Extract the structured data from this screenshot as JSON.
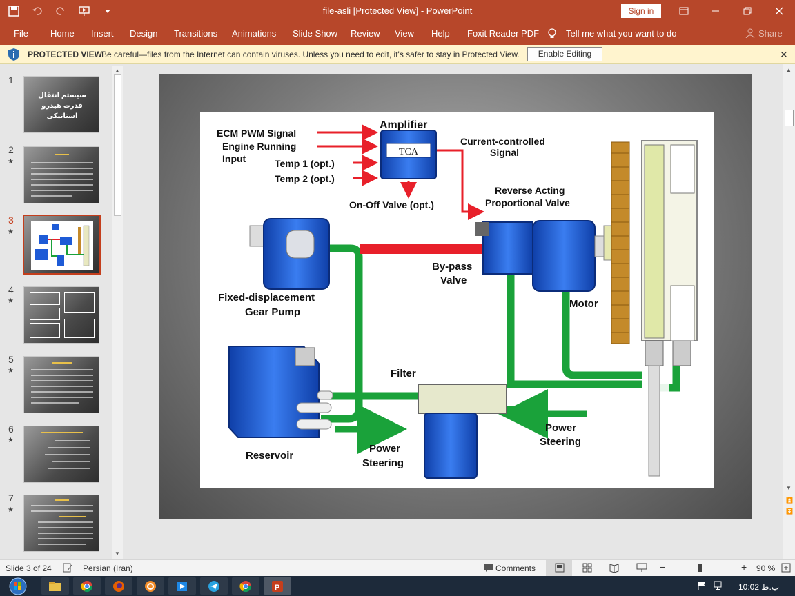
{
  "window": {
    "title": "file-asli [Protected View]  -  PowerPoint",
    "signin_label": "Sign in"
  },
  "ribbon": {
    "tabs": [
      "File",
      "Home",
      "Insert",
      "Design",
      "Transitions",
      "Animations",
      "Slide Show",
      "Review",
      "View",
      "Help",
      "Foxit Reader PDF"
    ],
    "tell_me": "Tell me what you want to do",
    "share": "Share"
  },
  "protected_view": {
    "label": "PROTECTED VIEW",
    "message": "Be careful—files from the Internet can contain viruses. Unless you need to edit, it's safer to stay in Protected View.",
    "button": "Enable Editing"
  },
  "thumbnails": [
    {
      "num": "1",
      "star": "",
      "title": "سیستم انتقال قدرت هیدرو استاتیکی"
    },
    {
      "num": "2",
      "star": "★"
    },
    {
      "num": "3",
      "star": "★",
      "selected": true
    },
    {
      "num": "4",
      "star": "★"
    },
    {
      "num": "5",
      "star": "★"
    },
    {
      "num": "6",
      "star": "★"
    },
    {
      "num": "7",
      "star": "★"
    }
  ],
  "diagram": {
    "labels": {
      "ecm1": "ECM PWM Signal",
      "ecm2": "Engine Running",
      "ecm3": "Input",
      "amplifier": "Amplifier",
      "tca": "TCA",
      "temp1": "Temp 1 (opt.)",
      "temp2": "Temp 2 (opt.)",
      "onoff": "On-Off Valve (opt.)",
      "current1": "Current-controlled",
      "current2": "Signal",
      "reverse1": "Reverse Acting",
      "reverse2": "Proportional Valve",
      "bypass1": "By-pass",
      "bypass2": "Valve",
      "motor": "Motor",
      "pump1": "Fixed-displacement",
      "pump2": "Gear Pump",
      "filter": "Filter",
      "reservoir": "Reservoir",
      "ps1": "Power",
      "ps2": "Steering"
    },
    "colors": {
      "signal": "#e8202a",
      "hydraulic": "#1aa23a",
      "component": "#1e5bd6",
      "gear": "#c48a2a"
    }
  },
  "status": {
    "slide": "Slide 3 of 24",
    "language": "Persian (Iran)",
    "comments": "Comments",
    "zoom": "90 %"
  },
  "clock": "10:02 ب.ظ"
}
